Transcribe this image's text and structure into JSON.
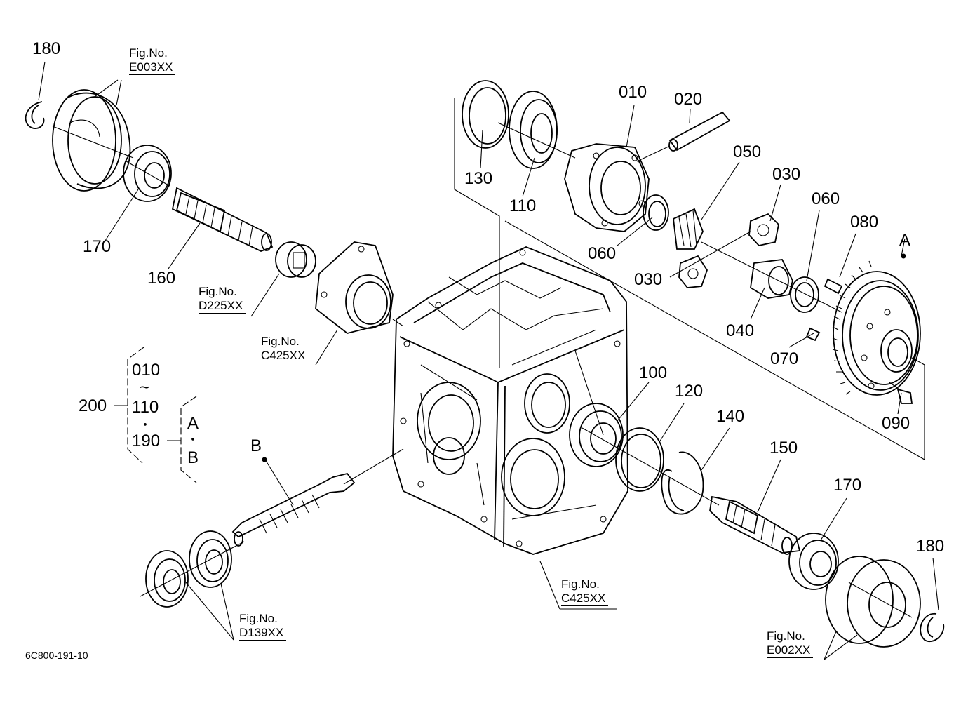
{
  "diagram": {
    "drawing_code": "6C800-191-10",
    "part_labels": {
      "p180_top": "180",
      "p170_left": "170",
      "p160": "160",
      "p130": "130",
      "p110": "110",
      "p010": "010",
      "p020": "020",
      "p050": "050",
      "p030_top": "030",
      "p060_right": "060",
      "p080": "080",
      "p060_left": "060",
      "p030_left": "030",
      "p040": "040",
      "p070": "070",
      "p090": "090",
      "p100": "100",
      "p120": "120",
      "p140": "140",
      "p150": "150",
      "p170_right": "170",
      "p180_right": "180"
    },
    "reference_points": {
      "a": "A",
      "b": "B"
    },
    "fig_refs": [
      {
        "prefix": "Fig.No.",
        "code": "E003XX"
      },
      {
        "prefix": "Fig.No.",
        "code": "D225XX"
      },
      {
        "prefix": "Fig.No.",
        "code": "C425XX"
      },
      {
        "prefix": "Fig.No.",
        "code": "C425XX"
      },
      {
        "prefix": "Fig.No.",
        "code": "D139XX"
      },
      {
        "prefix": "Fig.No.",
        "code": "E002XX"
      }
    ],
    "assembly": {
      "number": "200",
      "range_start": "010",
      "tilde": "~",
      "range_end": "110",
      "separator": "・",
      "extra": "190",
      "ref_a": "A",
      "ref_b": "B"
    }
  }
}
